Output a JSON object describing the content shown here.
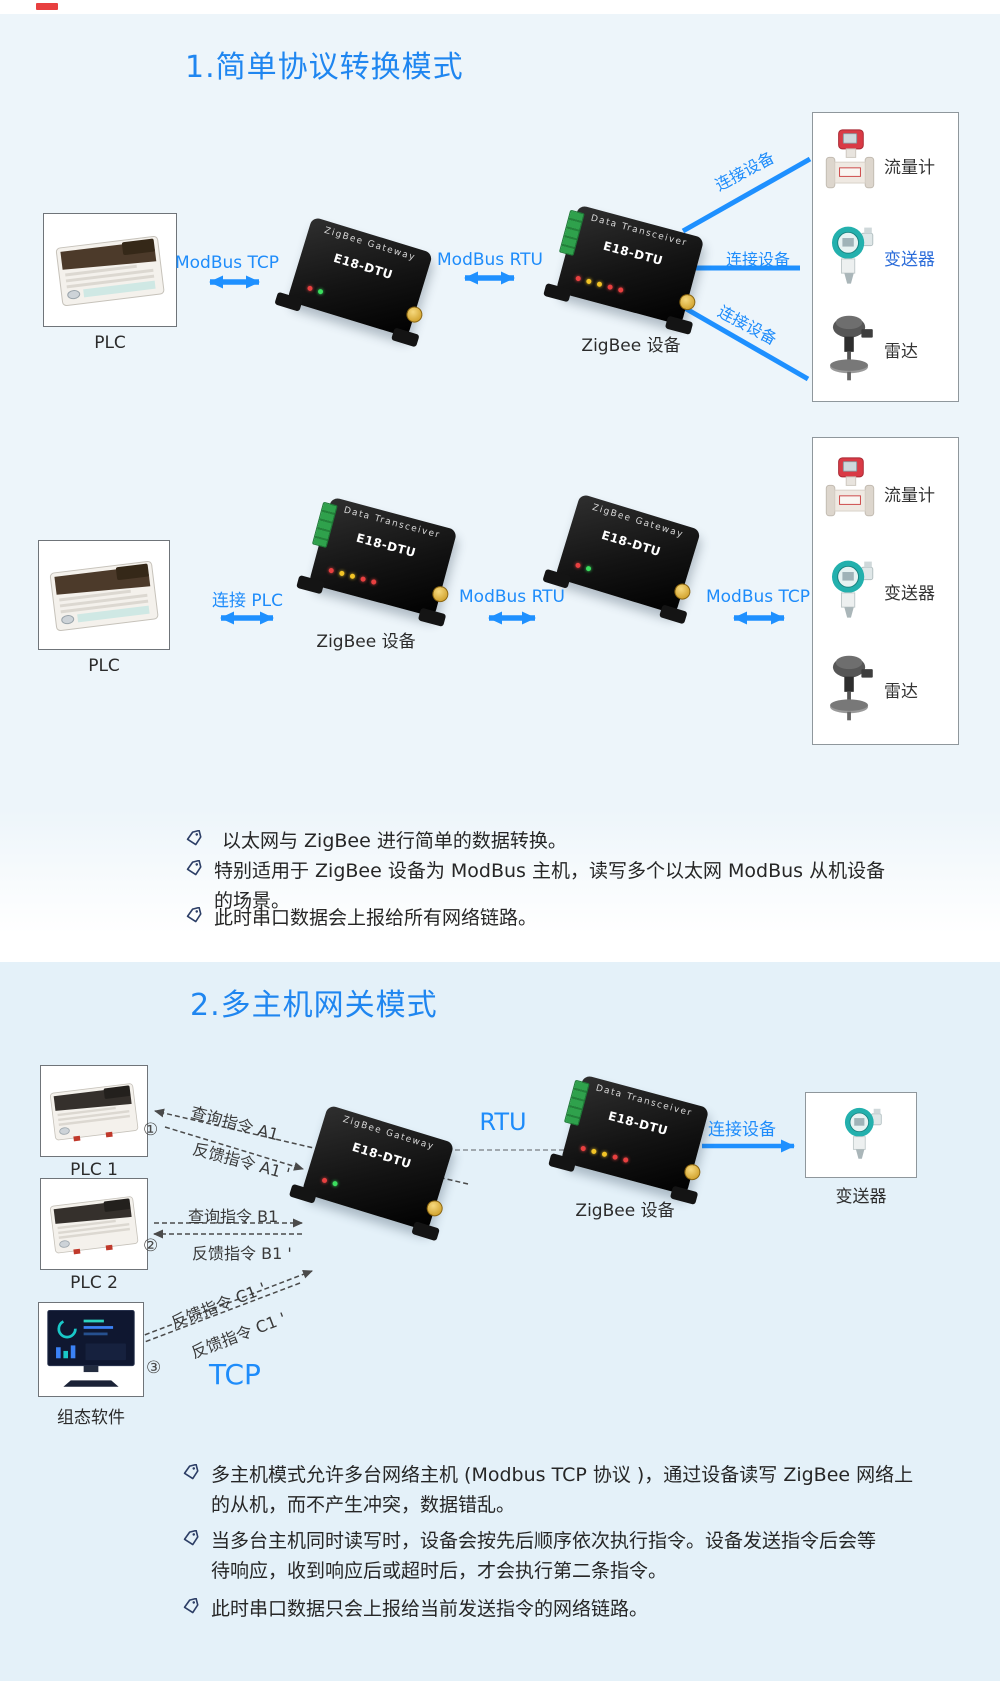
{
  "colors": {
    "title_blue": "#1f86f0",
    "accent_text": "#1e8cfa",
    "accent_line": "#1e90ff",
    "dark_text": "#333333",
    "sensor_blue_label": "#2b6cd9",
    "section1_bg": "#edf5fa",
    "section2_bg": "#e4f1f9",
    "logo_red": "#e84040",
    "dashed_gray": "#4a4a4a"
  },
  "ui": {
    "bullet_icon": "tag-icon"
  },
  "section1": {
    "title": "1.简单协议转换模式",
    "diagram1": {
      "plc_label": "PLC",
      "gateway": {
        "name": "ZigBee Gateway",
        "model": "E18-DTU"
      },
      "transceiver": {
        "name": "Data Transceiver",
        "model": "E18-DTU"
      },
      "transceiver_caption": "ZigBee 设备",
      "link_tcp": "ModBus TCP",
      "link_rtu": "ModBus RTU",
      "connect_labels": [
        "连接设备",
        "连接设备",
        "连接设备"
      ],
      "sensors": [
        {
          "label": "流量计",
          "icon": "flow-meter-icon",
          "label_color": "#333333"
        },
        {
          "label": "变送器",
          "icon": "transmitter-icon",
          "label_color": "#2b6cd9"
        },
        {
          "label": "雷达",
          "icon": "radar-icon",
          "label_color": "#333333"
        }
      ]
    },
    "diagram2": {
      "plc_label": "PLC",
      "link_plc": "连接 PLC",
      "transceiver": {
        "name": "Data Transceiver",
        "model": "E18-DTU"
      },
      "transceiver_caption": "ZigBee 设备",
      "gateway": {
        "name": "ZigBee Gateway",
        "model": "E18-DTU"
      },
      "link_rtu": "ModBus RTU",
      "link_tcp": "ModBus TCP",
      "sensors": [
        {
          "label": "流量计",
          "icon": "flow-meter-icon",
          "label_color": "#333333"
        },
        {
          "label": "变送器",
          "icon": "transmitter-icon",
          "label_color": "#333333"
        },
        {
          "label": "雷达",
          "icon": "radar-icon",
          "label_color": "#333333"
        }
      ]
    },
    "bullets": [
      {
        "lines": [
          "以太网与 ZigBee 进行简单的数据转换。"
        ]
      },
      {
        "lines": [
          "特别适用于 ZigBee 设备为 ModBus 主机，读写多个以太网 ModBus 从机设备",
          "的场景。"
        ]
      },
      {
        "lines": [
          "此时串口数据会上报给所有网络链路。"
        ]
      }
    ]
  },
  "section2": {
    "title": "2.多主机网关模式",
    "hosts": [
      {
        "label": "PLC 1",
        "num": "①",
        "arrow_labels": [
          "查询指令 A1",
          "反馈指令 A1 '"
        ]
      },
      {
        "label": "PLC 2",
        "num": "②",
        "arrow_labels": [
          "查询指令 B1",
          "反馈指令 B1 '"
        ]
      },
      {
        "label": "组态软件",
        "num": "③",
        "arrow_labels": [
          "反馈指令 C1 '",
          "反馈指令 C1 '"
        ]
      }
    ],
    "tcp_label": "TCP",
    "rtu_label": "RTU",
    "gateway": {
      "name": "ZigBee Gateway",
      "model": "E18-DTU"
    },
    "transceiver": {
      "name": "Data Transceiver",
      "model": "E18-DTU"
    },
    "transceiver_caption": "ZigBee 设备",
    "connect_label": "连接设备",
    "sensor_label": "变送器",
    "bullets": [
      {
        "lines": [
          "多主机模式允许多台网络主机 (Modbus TCP 协议 )，通过设备读写 ZigBee 网络上",
          "的从机，而不产生冲突，数据错乱。"
        ]
      },
      {
        "lines": [
          "当多台主机同时读写时，设备会按先后顺序依次执行指令。设备发送指令后会等",
          "待响应，收到响应后或超时后，才会执行第二条指令。"
        ]
      },
      {
        "lines": [
          "此时串口数据只会上报给当前发送指令的网络链路。"
        ]
      }
    ]
  }
}
